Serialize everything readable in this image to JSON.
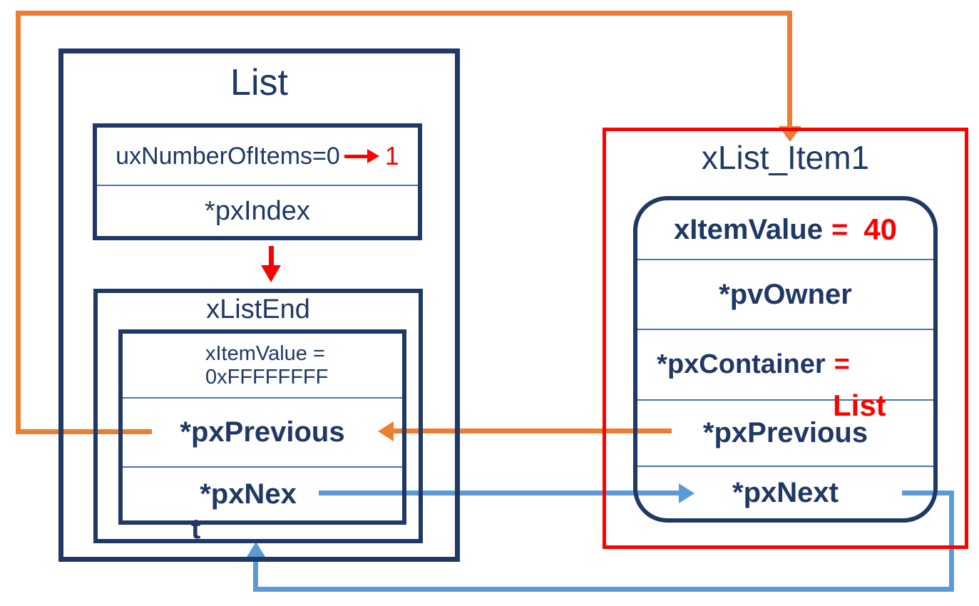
{
  "colors": {
    "navy": "#1F3864",
    "orange": "#ED7D31",
    "blue": "#5B9BD5",
    "red": "#FF0000",
    "divider": "#4472C4"
  },
  "list_box": {
    "title": "List",
    "header_row": {
      "label": "uxNumberOfItems=0",
      "new_value": "1"
    },
    "index_row": {
      "label": "*pxIndex"
    },
    "xlistend": {
      "title": "xListEnd",
      "item_value_line1": "xItemValue =",
      "item_value_line2": "0xFFFFFFFF",
      "previous_label": "*pxPrevious",
      "next_label_line1": "*pxNex",
      "next_label_line2": "t"
    }
  },
  "item_box": {
    "title": "xList_Item1",
    "rows": {
      "item_value_label": "xItemValue",
      "item_value_eq": "=",
      "item_value_value": "40",
      "owner_label": "*pvOwner",
      "container_label": "*pxContainer",
      "container_eq": "=",
      "container_value": "List",
      "previous_label": "*pxPrevious",
      "next_label": "*pxNext"
    }
  }
}
